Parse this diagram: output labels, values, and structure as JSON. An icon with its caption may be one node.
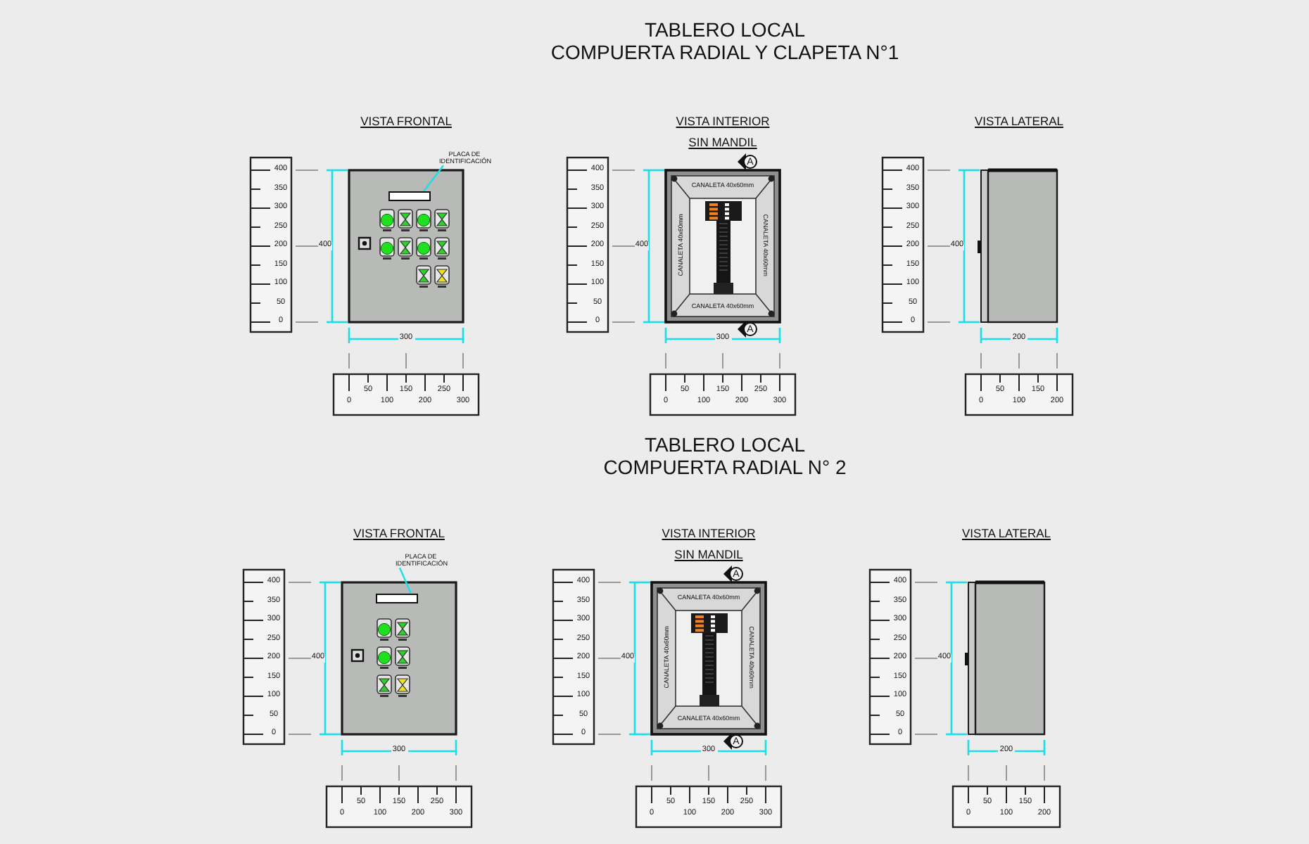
{
  "diagram": {
    "nodes": [
      {
        "text": [
          "PLACA DE IDENTIFICACIÓN"
        ]
      },
      {
        "text": [],
        "shape": "box"
      },
      {
        "text": [
          "PLACA DE IDENTIFICACIÓN"
        ]
      },
      {
        "text": [],
        "shape": "box"
      }
    ],
    "edges": [
      {
        "from": 0,
        "to": 1,
        "arrow": "none"
      },
      {
        "from": 2,
        "to": 3,
        "arrow": "none"
      }
    ],
    "labels": [
      "TABLERO LOCAL",
      "COMPUERTA RADIAL Y CLAPETA N°1",
      "VISTA FRONTAL",
      "400",
      "350",
      "300",
      "250",
      "200",
      "150",
      "100",
      "50",
      "0",
      "400",
      "300",
      "0",
      "50",
      "100",
      "150",
      "200",
      "250",
      "300",
      "VISTA INTERIOR",
      "SIN MANDIL",
      "A",
      "CANALETA 40x60mm",
      "CANALETA 40x60mm",
      "CANALETA 40x60mm",
      "CANALETA 40x60mm",
      "A",
      "400",
      "350",
      "300",
      "250",
      "200",
      "150",
      "100",
      "50",
      "0",
      "400",
      "300",
      "0",
      "50",
      "100",
      "150",
      "200",
      "250",
      "300",
      "VISTA LATERAL",
      "400",
      "350",
      "300",
      "250",
      "200",
      "150",
      "100",
      "50",
      "0",
      "400",
      "200",
      "0",
      "50",
      "100",
      "150",
      "200",
      "TABLERO LOCAL",
      "COMPUERTA RADIAL  N° 2",
      "VISTA FRONTAL",
      "400",
      "350",
      "300",
      "250",
      "200",
      "150",
      "100",
      "50",
      "0",
      "400",
      "300",
      "0",
      "50",
      "100",
      "150",
      "200",
      "250",
      "300",
      "VISTA INTERIOR",
      "SIN MANDIL",
      "A",
      "CANALETA 40x60mm",
      "CANALETA 40x60mm",
      "CANALETA 40x60mm",
      "CANALETA 40x60mm",
      "A",
      "400",
      "350",
      "300",
      "250",
      "200",
      "150",
      "100",
      "50",
      "0",
      "400",
      "300",
      "0",
      "50",
      "100",
      "150",
      "200",
      "250",
      "300",
      "VISTA LATERAL",
      "400",
      "350",
      "300",
      "250",
      "200",
      "150",
      "100",
      "50",
      "0",
      "400",
      "200",
      "0",
      "50",
      "100",
      "150",
      "200"
    ]
  }
}
